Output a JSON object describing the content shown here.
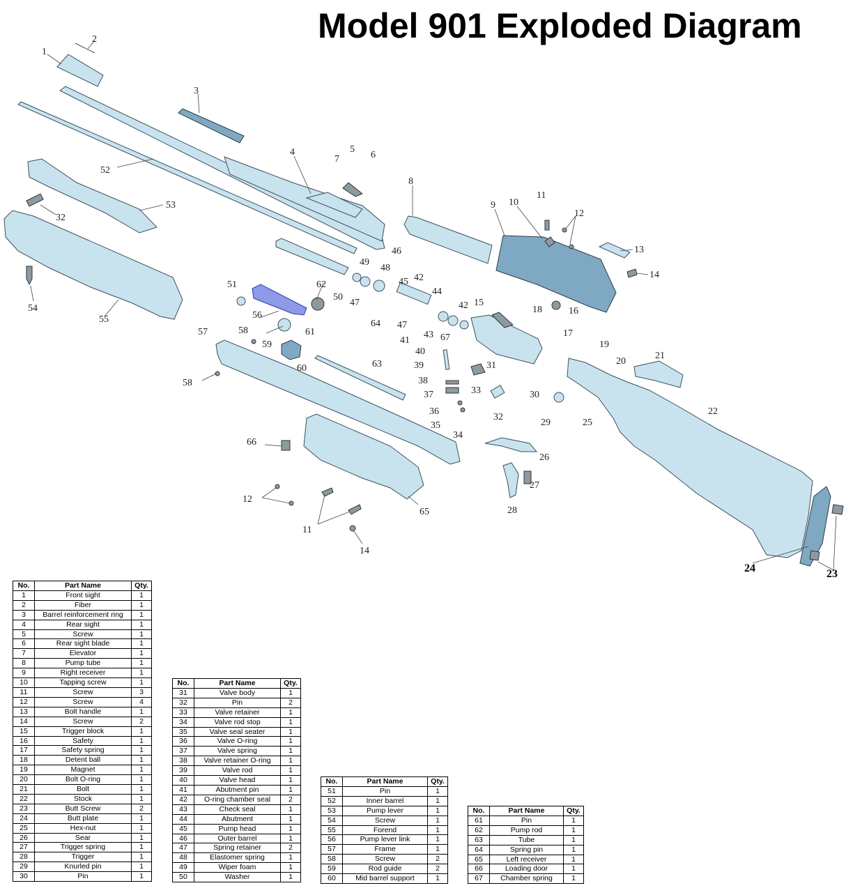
{
  "title": "Model 901 Exploded Diagram",
  "colors": {
    "part_fill": "#c9e3ee",
    "part_stroke": "#3a4f5c",
    "highlight": "#8d9ae8",
    "text": "#000000"
  },
  "headers": {
    "no": "No.",
    "name": "Part Name",
    "qty": "Qty."
  },
  "callouts": [
    "1",
    "2",
    "3",
    "4",
    "5",
    "6",
    "7",
    "8",
    "9",
    "10",
    "11",
    "12",
    "13",
    "14",
    "15",
    "16",
    "17",
    "18",
    "19",
    "20",
    "21",
    "22",
    "23",
    "24",
    "25",
    "26",
    "27",
    "28",
    "29",
    "30",
    "31",
    "32",
    "33",
    "34",
    "35",
    "36",
    "37",
    "38",
    "39",
    "40",
    "41",
    "42",
    "43",
    "44",
    "45",
    "46",
    "47",
    "48",
    "49",
    "50",
    "51",
    "52",
    "53",
    "54",
    "55",
    "56",
    "57",
    "58",
    "59",
    "60",
    "61",
    "62",
    "63",
    "64",
    "65",
    "66",
    "67"
  ],
  "tables": [
    {
      "rows": [
        [
          "1",
          "Front sight",
          "1"
        ],
        [
          "2",
          "Fiber",
          "1"
        ],
        [
          "3",
          "Barrel reinforcement ring",
          "1"
        ],
        [
          "4",
          "Rear sight",
          "1"
        ],
        [
          "5",
          "Screw",
          "1"
        ],
        [
          "6",
          "Rear sight blade",
          "1"
        ],
        [
          "7",
          "Elevator",
          "1"
        ],
        [
          "8",
          "Pump tube",
          "1"
        ],
        [
          "9",
          "Right receiver",
          "1"
        ],
        [
          "10",
          "Tapping screw",
          "1"
        ],
        [
          "11",
          "Screw",
          "3"
        ],
        [
          "12",
          "Screw",
          "4"
        ],
        [
          "13",
          "Bolt handle",
          "1"
        ],
        [
          "14",
          "Screw",
          "2"
        ],
        [
          "15",
          "Trigger block",
          "1"
        ],
        [
          "16",
          "Safety",
          "1"
        ],
        [
          "17",
          "Safety spring",
          "1"
        ],
        [
          "18",
          "Detent ball",
          "1"
        ],
        [
          "19",
          "Magnet",
          "1"
        ],
        [
          "20",
          "Bolt O-ring",
          "1"
        ],
        [
          "21",
          "Bolt",
          "1"
        ],
        [
          "22",
          "Stock",
          "1"
        ],
        [
          "23",
          "Butt Screw",
          "2"
        ],
        [
          "24",
          "Butt plate",
          "1"
        ],
        [
          "25",
          "Hex-nut",
          "1"
        ],
        [
          "26",
          "Sear",
          "1"
        ],
        [
          "27",
          "Trigger spring",
          "1"
        ],
        [
          "28",
          "Trigger",
          "1"
        ],
        [
          "29",
          "Knurled pin",
          "1"
        ],
        [
          "30",
          "Pin",
          "1"
        ]
      ]
    },
    {
      "rows": [
        [
          "31",
          "Valve body",
          "1"
        ],
        [
          "32",
          "Pin",
          "2"
        ],
        [
          "33",
          "Valve retainer",
          "1"
        ],
        [
          "34",
          "Valve rod stop",
          "1"
        ],
        [
          "35",
          "Valve seal seater",
          "1"
        ],
        [
          "36",
          "Valve O-ring",
          "1"
        ],
        [
          "37",
          "Valve spring",
          "1"
        ],
        [
          "38",
          "Valve retainer O-ring",
          "1"
        ],
        [
          "39",
          "Valve rod",
          "1"
        ],
        [
          "40",
          "Valve head",
          "1"
        ],
        [
          "41",
          "Abutment pin",
          "1"
        ],
        [
          "42",
          "O-ring chamber seal",
          "2"
        ],
        [
          "43",
          "Check seal",
          "1"
        ],
        [
          "44",
          "Abutment",
          "1"
        ],
        [
          "45",
          "Pump head",
          "1"
        ],
        [
          "46",
          "Outer barrel",
          "1"
        ],
        [
          "47",
          "Spring retainer",
          "2"
        ],
        [
          "48",
          "Elastomer spring",
          "1"
        ],
        [
          "49",
          "Wiper foam",
          "1"
        ],
        [
          "50",
          "Washer",
          "1"
        ]
      ]
    },
    {
      "rows": [
        [
          "51",
          "Pin",
          "1"
        ],
        [
          "52",
          "Inner barrel",
          "1"
        ],
        [
          "53",
          "Pump lever",
          "1"
        ],
        [
          "54",
          "Screw",
          "1"
        ],
        [
          "55",
          "Forend",
          "1"
        ],
        [
          "56",
          "Pump lever link",
          "1"
        ],
        [
          "57",
          "Frame",
          "1"
        ],
        [
          "58",
          "Screw",
          "2"
        ],
        [
          "59",
          "Rod guide",
          "2"
        ],
        [
          "60",
          "Mid barrel support",
          "1"
        ]
      ]
    },
    {
      "rows": [
        [
          "61",
          "Pin",
          "1"
        ],
        [
          "62",
          "Pump rod",
          "1"
        ],
        [
          "63",
          "Tube",
          "1"
        ],
        [
          "64",
          "Spring pin",
          "1"
        ],
        [
          "65",
          "Left receiver",
          "1"
        ],
        [
          "66",
          "Loading door",
          "1"
        ],
        [
          "67",
          "Chamber spring",
          "1"
        ]
      ]
    }
  ]
}
